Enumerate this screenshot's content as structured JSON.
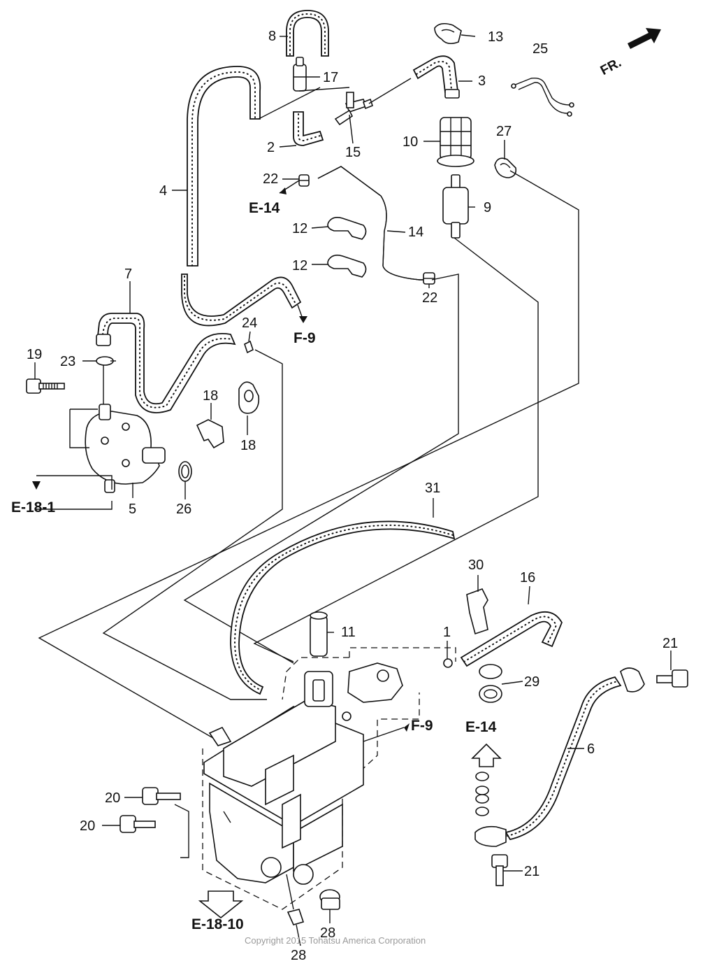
{
  "labels": {
    "p1": "1",
    "p2": "2",
    "p3": "3",
    "p4": "4",
    "p5": "5",
    "p6": "6",
    "p7": "7",
    "p8": "8",
    "p9": "9",
    "p10": "10",
    "p11": "11",
    "p12a": "12",
    "p12b": "12",
    "p13": "13",
    "p14": "14",
    "p15": "15",
    "p16": "16",
    "p17": "17",
    "p18a": "18",
    "p18b": "18",
    "p19": "19",
    "p20a": "20",
    "p20b": "20",
    "p21a": "21",
    "p21b": "21",
    "p22a": "22",
    "p22b": "22",
    "p23": "23",
    "p24": "24",
    "p25": "25",
    "p26": "26",
    "p27": "27",
    "p28a": "28",
    "p28b": "28",
    "p29": "29",
    "p30": "30",
    "p31": "31"
  },
  "refs": {
    "e14_top": "E-14",
    "f9_top": "F-9",
    "e18_1": "E-18-1",
    "f9_bottom": "F-9",
    "e14_bottom": "E-14",
    "e18_10": "E-18-10"
  },
  "front_indicator": "FR.",
  "copyright": "Copyright 2015 Tohatsu America Corporation"
}
